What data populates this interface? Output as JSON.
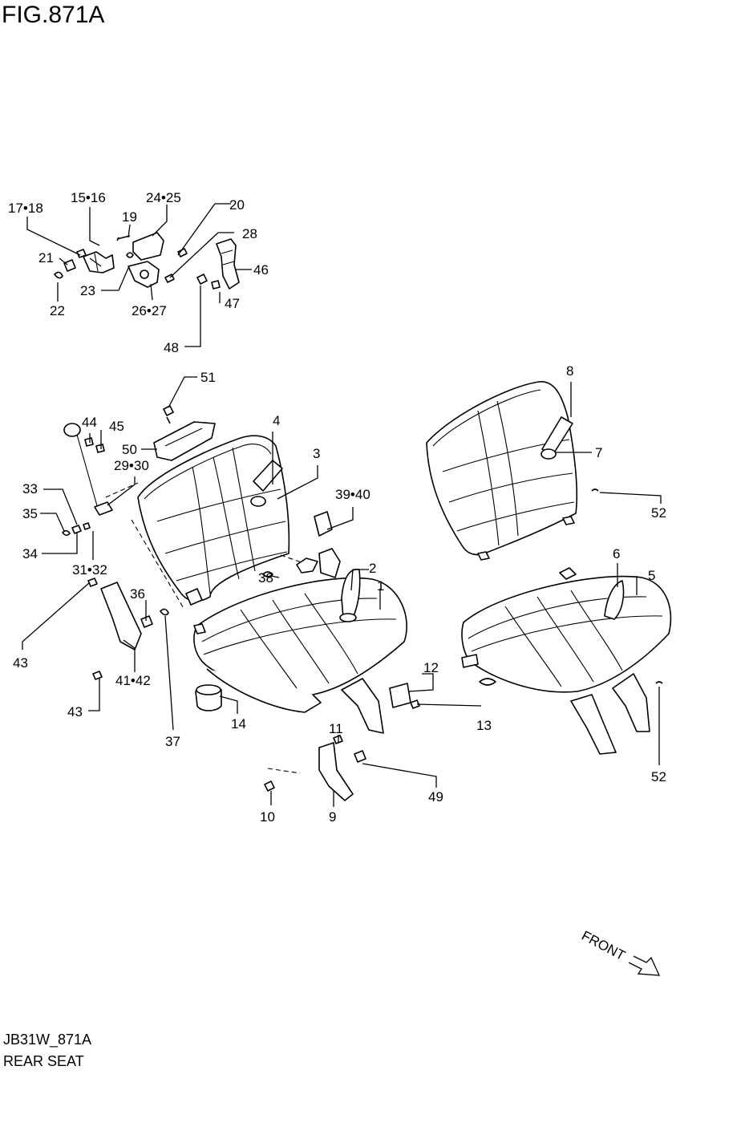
{
  "figure": {
    "title": "FIG.871A",
    "code": "JB31W_871A",
    "name": "REAR SEAT",
    "direction_label": "FRONT"
  },
  "callouts": [
    "1",
    "2",
    "3",
    "4",
    "5",
    "6",
    "7",
    "8",
    "9",
    "10",
    "11",
    "12",
    "13",
    "14",
    "15•16",
    "17•18",
    "19",
    "20",
    "21",
    "22",
    "23",
    "24•25",
    "26•27",
    "28",
    "29•30",
    "31•32",
    "33",
    "34",
    "35",
    "36",
    "37",
    "38",
    "39•40",
    "41•42",
    "43",
    "43",
    "44",
    "45",
    "46",
    "47",
    "48",
    "49",
    "50",
    "51",
    "52",
    "52"
  ]
}
